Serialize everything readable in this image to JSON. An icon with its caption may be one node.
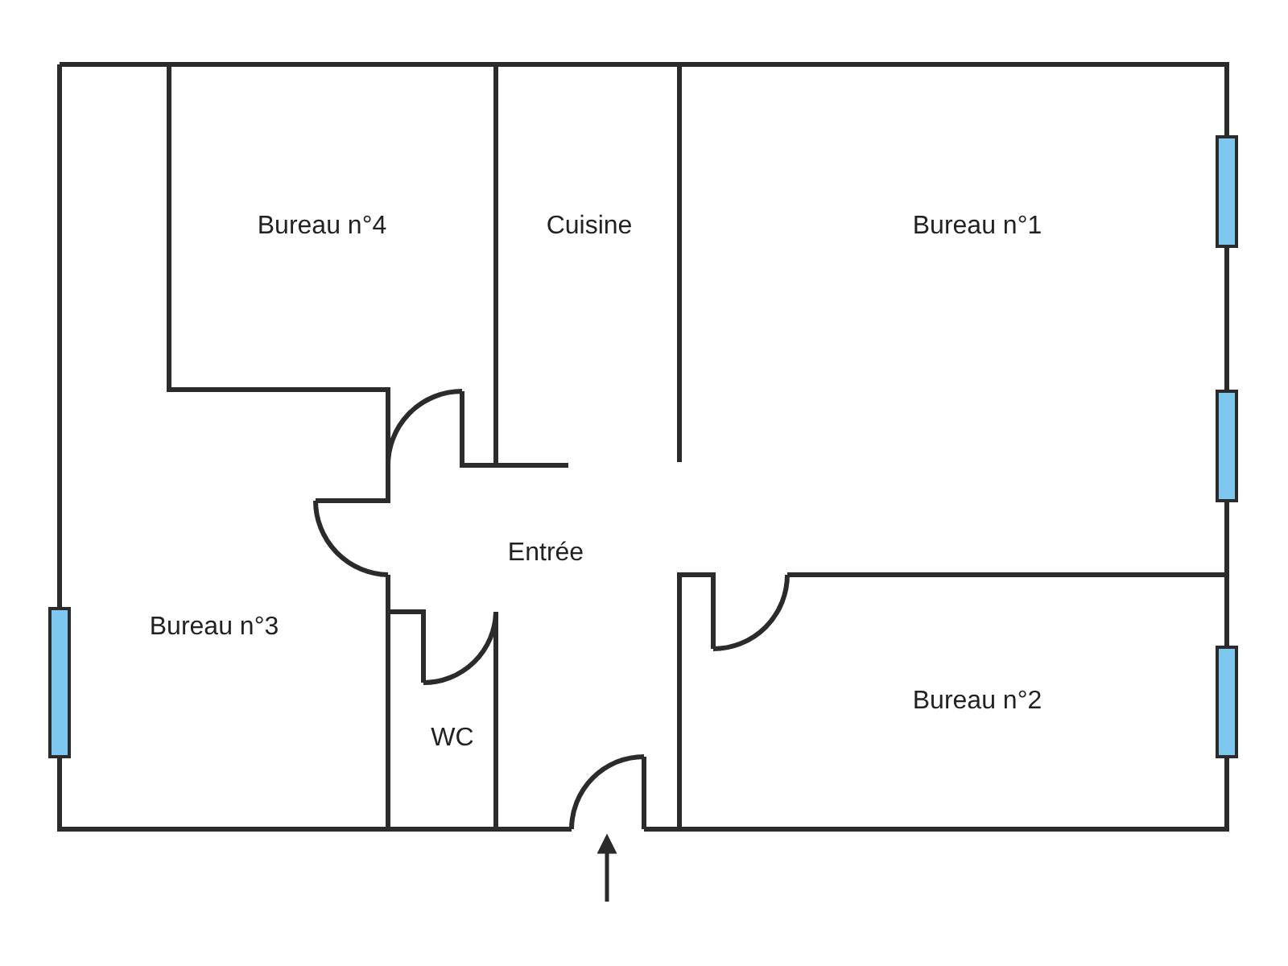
{
  "diagram": {
    "labels": [
      "Bureau n°4",
      "Cuisine",
      "Bureau n°1",
      "Entrée",
      "Bureau n°3",
      "Bureau n°2",
      "WC"
    ]
  }
}
